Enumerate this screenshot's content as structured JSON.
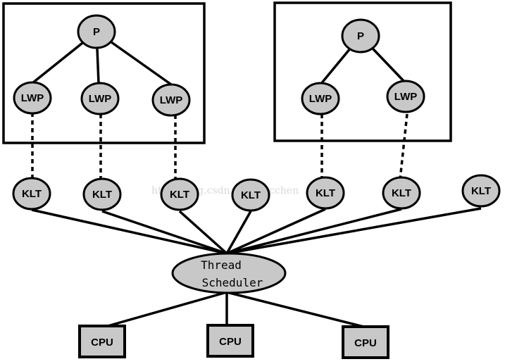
{
  "diagram": {
    "process_label": "P",
    "lwp_label": "LWP",
    "klt_label": "KLT",
    "scheduler_line1": "Thread",
    "scheduler_line2": "Scheduler",
    "cpu_label": "CPU",
    "watermark": "http://blog.csdn.net/oracchen",
    "colors": {
      "node_fill": "#c8c8c8",
      "stroke": "#000000",
      "background": "#ffffff"
    }
  }
}
